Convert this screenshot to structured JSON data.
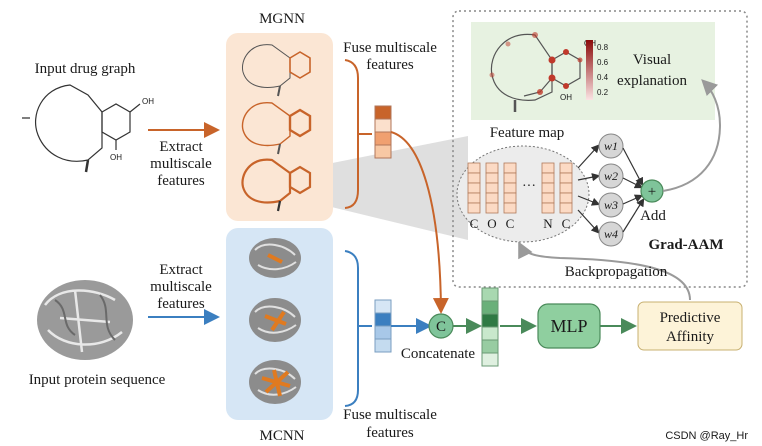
{
  "labels": {
    "mgnn": "MGNN",
    "mcnn": "MCNN",
    "input_drug": "Input drug graph",
    "input_protein": "Input protein sequence",
    "extract_drug": [
      "Extract",
      "multiscale",
      "features"
    ],
    "extract_protein": [
      "Extract",
      "multiscale",
      "features"
    ],
    "fuse_top": [
      "Fuse multiscale",
      "features"
    ],
    "fuse_bottom": [
      "Fuse multiscale",
      "features"
    ],
    "feature_map": "Feature map",
    "channels": [
      "C",
      "O",
      "C",
      "N",
      "C"
    ],
    "ellipsis": "···",
    "weights": [
      "w1",
      "w2",
      "w3",
      "w4"
    ],
    "plus": "+",
    "add": "Add",
    "grad_aam": "Grad-AAM",
    "backprop": "Backpropagation",
    "visual_explanation": [
      "Visual",
      "explanation"
    ],
    "colorbar_ticks": [
      "0.8",
      "0.6",
      "0.4",
      "0.2"
    ],
    "concat_symbol": "C",
    "concatenate": "Concatenate",
    "mlp": "MLP",
    "predictive_affinity": [
      "Predictive",
      "Affinity"
    ],
    "oh_top": "OH",
    "oh_bottom": "OH",
    "watermark": "CSDN @Ray_Hr"
  },
  "colors": {
    "drug_orange": "#c8642a",
    "mgnn_panel": "#fbe6d4",
    "mcnn_panel": "#d6e6f5",
    "protein_blue": "#3b7fc0",
    "green_dark": "#4a8a5a",
    "green_node": "#7fc49a",
    "mlp_green": "#8fcf9f",
    "predictive_bg": "#fdf3d8",
    "visual_bg": "#e7f2e1",
    "gray_arrow": "#9a9a9a"
  }
}
